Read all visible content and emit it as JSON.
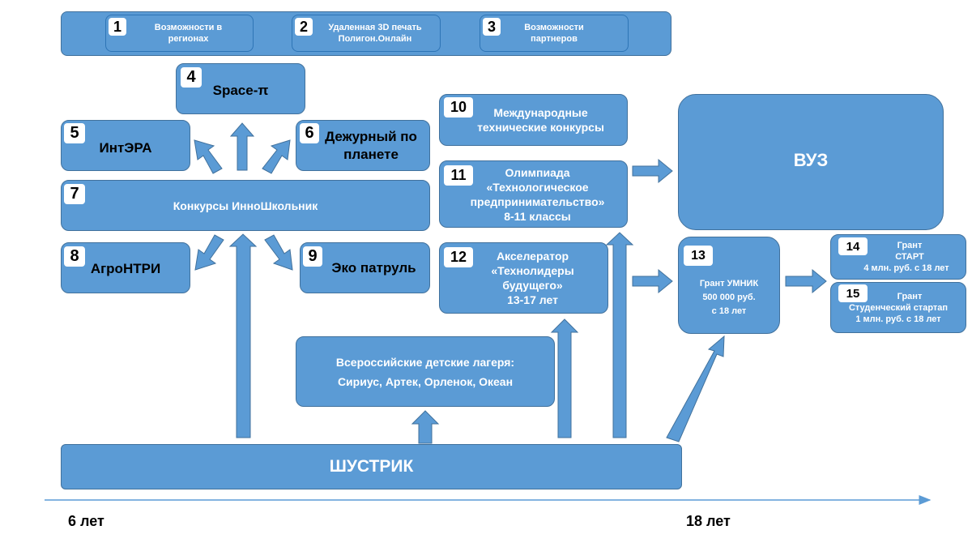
{
  "top_bar": {
    "items": [
      {
        "num": "1",
        "label": "Возможности в\nрегионах"
      },
      {
        "num": "2",
        "label": "Удаленная 3D печать\nПолигон.Онлайн"
      },
      {
        "num": "3",
        "label": "Возможности\nпартнеров"
      }
    ]
  },
  "boxes": {
    "space": {
      "num": "4",
      "label": "Space-π"
    },
    "intera": {
      "num": "5",
      "label": "ИнтЭРА"
    },
    "dezhurny": {
      "num": "6",
      "label": "Дежурный по\nпланете"
    },
    "konkursy": {
      "num": "7",
      "label": "Конкурсы ИнноШкольник"
    },
    "agro": {
      "num": "8",
      "label": "АгроНТРИ"
    },
    "eko": {
      "num": "9",
      "label": "Эко патруль"
    },
    "mezhd": {
      "num": "10",
      "label": "Международные\nтехнические конкурсы"
    },
    "olimp": {
      "num": "11",
      "label": "Олимпиада\n«Технологическое\nпредпринимательство»\n8-11 классы"
    },
    "accel": {
      "num": "12",
      "label": "Акселератор\n«Технолидеры\nбудущего»\n13-17 лет"
    },
    "umnik": {
      "num": "13",
      "label": "Грант УМНИК\n500 000 руб.\nс 18 лет"
    },
    "start": {
      "num": "14",
      "title": "Грант\nСТАРТ",
      "sub": "4 млн. руб. с 18 лет"
    },
    "stud": {
      "num": "15",
      "title": "Грант",
      "sub": "Студенческий стартап\n1 млн. руб. с 18 лет"
    },
    "camps": {
      "label": "Всероссийские детские лагеря:\nСириус, Артек, Орленок, Океан"
    },
    "vuz": {
      "label": "ВУЗ"
    },
    "shustrik": {
      "label": "ШУСТРИК"
    }
  },
  "axis": {
    "start_label": "6 лет",
    "end_label": "18 лет"
  },
  "colors": {
    "box_fill": "#5b9bd5",
    "box_border": "#41719c",
    "arrow_fill": "#5b9bd5",
    "axis_line": "#5b9bd5"
  }
}
